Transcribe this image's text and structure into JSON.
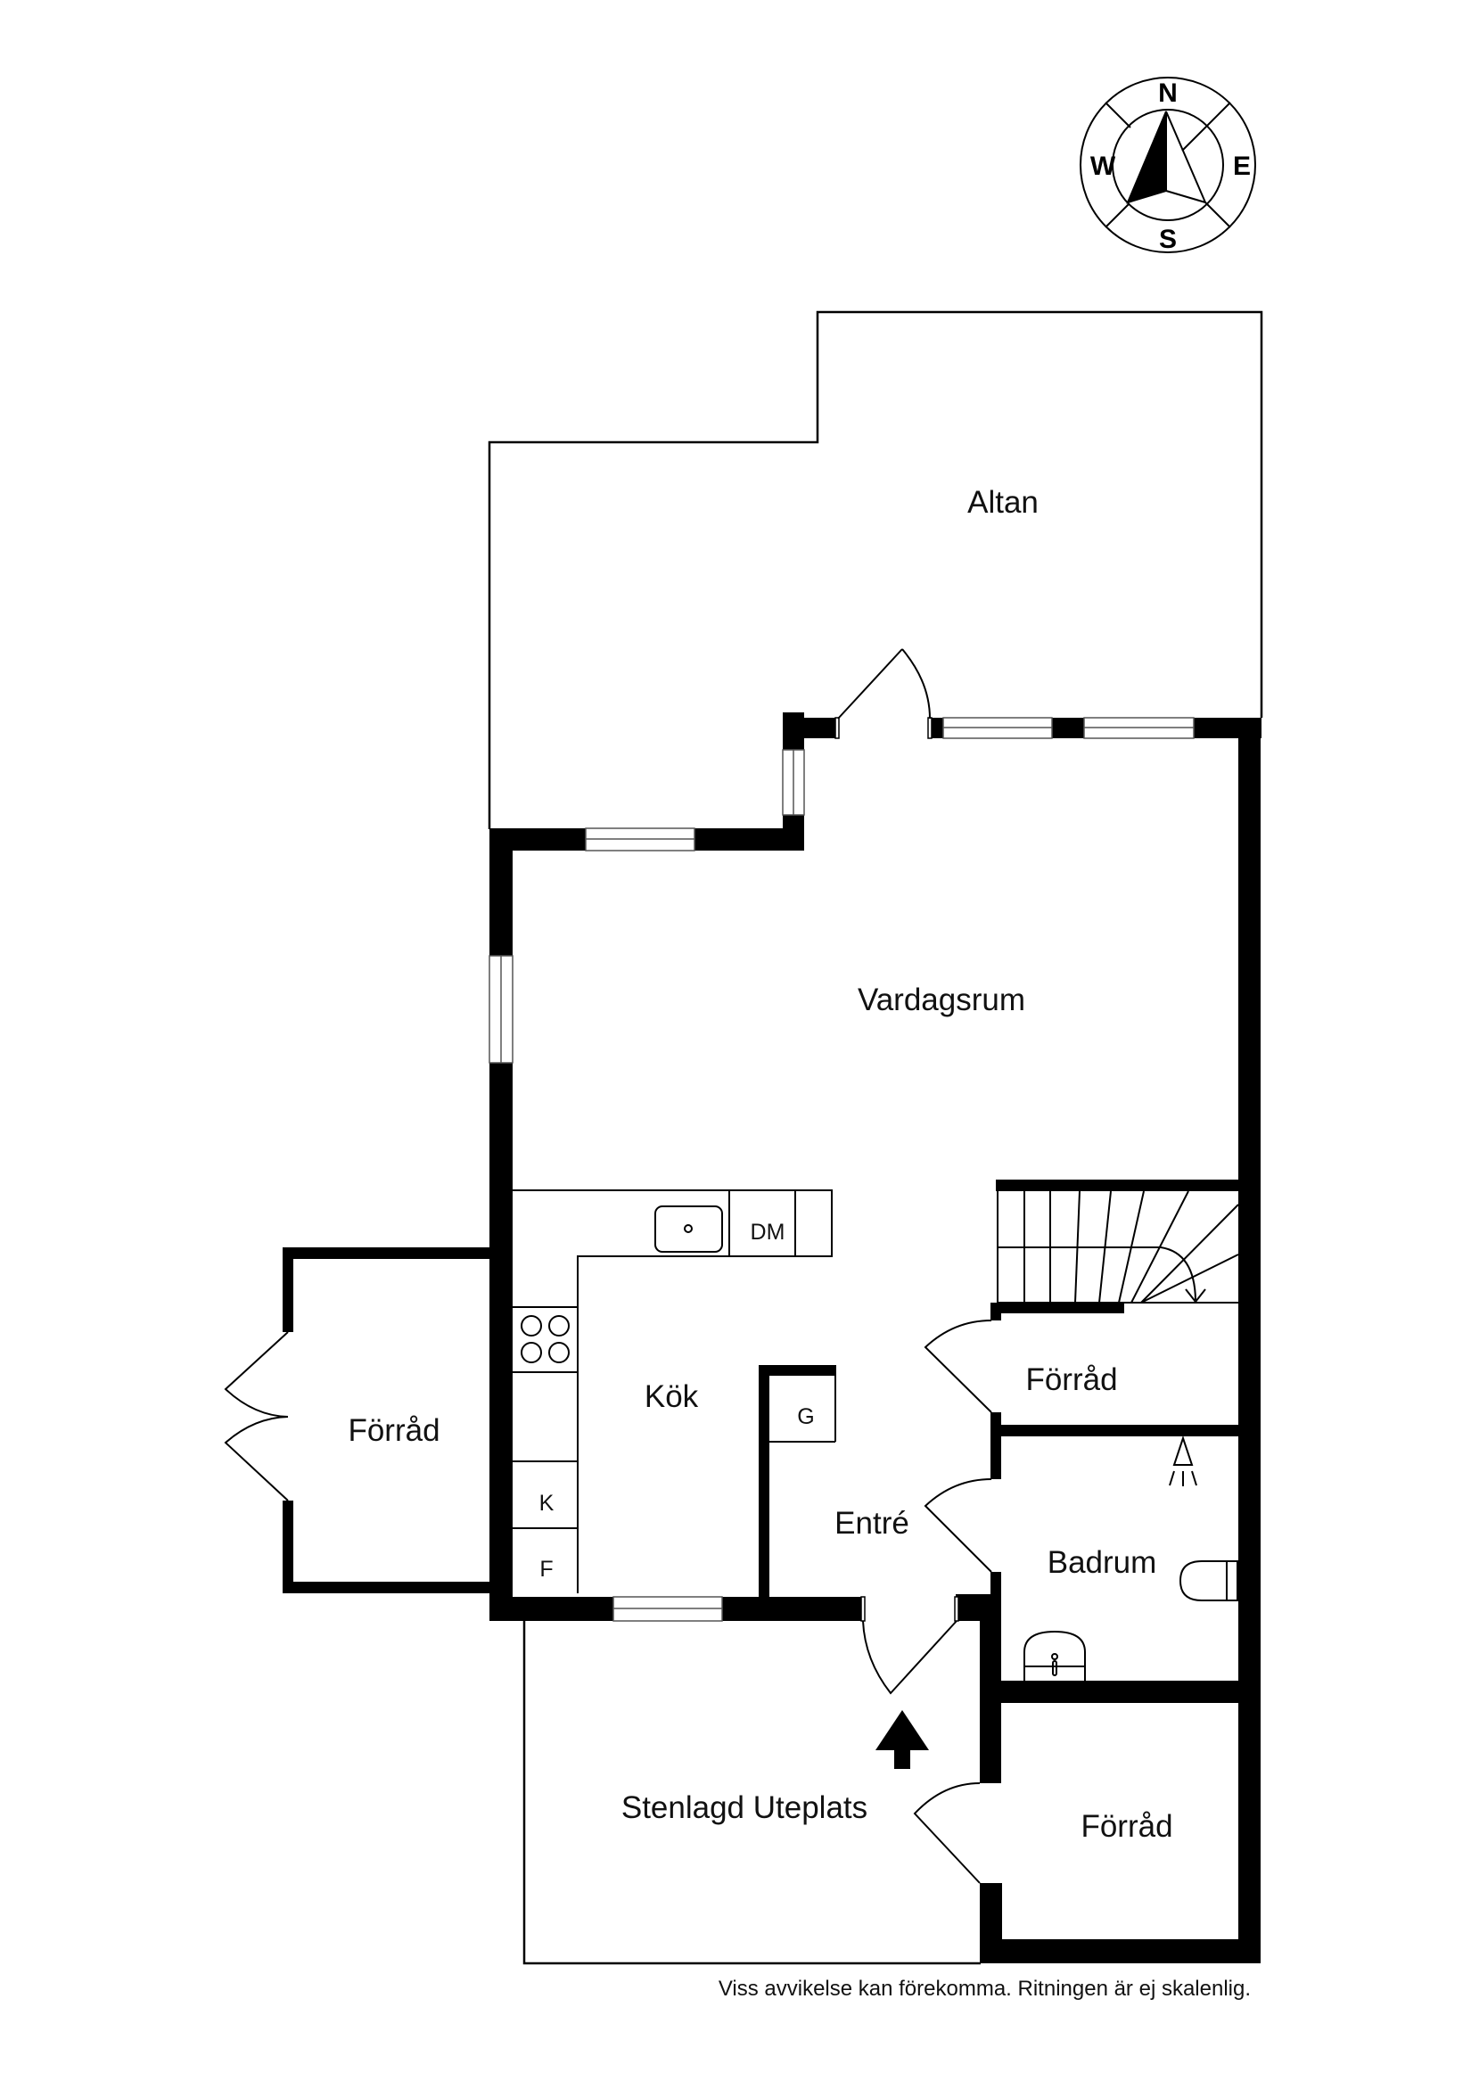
{
  "compass": {
    "north": "N",
    "south": "S",
    "east": "E",
    "west": "W"
  },
  "rooms": {
    "altan": "Altan",
    "vardagsrum": "Vardagsrum",
    "kok": "Kök",
    "entre": "Entré",
    "forrad_west": "Förråd",
    "forrad_stairs": "Förråd",
    "badrum": "Badrum",
    "uteplats": "Stenlagd Uteplats",
    "forrad_south": "Förråd"
  },
  "fixtures": {
    "dishwasher": "DM",
    "wardrobe": "G",
    "fridge": "K",
    "freezer": "F"
  },
  "footer": {
    "disclaimer": "Viss avvikelse kan förekomma. Ritningen är ej skalenlig."
  }
}
